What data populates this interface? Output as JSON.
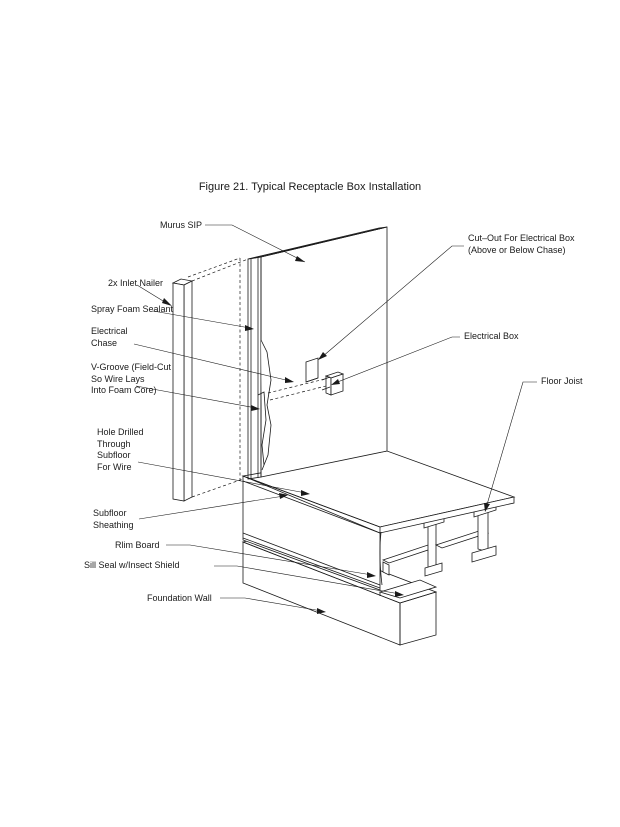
{
  "figure": {
    "title": "Figure 21. Typical Receptacle Box Installation"
  },
  "labels": {
    "murus_sip": "Murus SIP",
    "inlet_nailer": "2x Inlet Nailer",
    "spray_foam": "Spray Foam Sealant",
    "electrical_chase_1": "Electrical",
    "electrical_chase_2": "Chase",
    "v_groove_1": "V-Groove (Field-Cut",
    "v_groove_2": "So Wire Lays",
    "v_groove_3": "Into Foam Core)",
    "hole_1": "Hole Drilled",
    "hole_2": "Through",
    "hole_3": "Subfloor",
    "hole_4": "For Wire",
    "subfloor_1": "Subfloor",
    "subfloor_2": "Sheathing",
    "rim_board": "Rlim Board",
    "sill_seal": "Sill Seal w/Insect Shield",
    "foundation_wall": "Foundation Wall",
    "cutout_1": "Cut–Out For Electrical Box",
    "cutout_2": "(Above or Below Chase)",
    "electrical_box": "Electrical Box",
    "floor_joist": "Floor Joist"
  }
}
